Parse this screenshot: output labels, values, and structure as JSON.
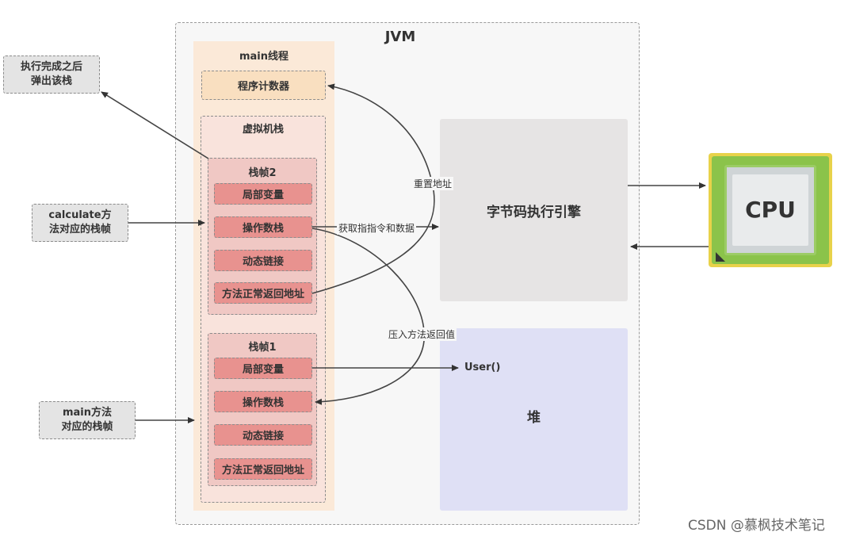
{
  "jvm": {
    "title": "JVM"
  },
  "main_thread": {
    "title": "main线程",
    "program_counter": "程序计数器",
    "vm_stack": {
      "title": "虚拟机栈",
      "frames": [
        {
          "title": "栈帧2",
          "slots": [
            "局部变量",
            "操作数栈",
            "动态链接",
            "方法正常返回地址"
          ]
        },
        {
          "title": "栈帧1",
          "slots": [
            "局部变量",
            "操作数栈",
            "动态链接",
            "方法正常返回地址"
          ]
        }
      ]
    }
  },
  "engine": {
    "label": "字节码执行引擎"
  },
  "heap": {
    "label": "堆",
    "object": "User()"
  },
  "cpu": {
    "label": "CPU"
  },
  "notes": {
    "pop": "执行完成之后\n弹出该栈",
    "calculate": "calculate方\n法对应的栈帧",
    "main": "main方法\n对应的栈帧"
  },
  "edges": {
    "reset_address": "重置地址",
    "fetch": "获取指指令和数据",
    "push_return": "压入方法返回值"
  },
  "watermark": "CSDN @慕枫技术笔记",
  "colors": {
    "main_thread_bg": "#fbe9d8",
    "frame_bg": "#f0c8c4",
    "slot_bg": "#e8928f",
    "engine_bg": "#e6e4e4",
    "heap_bg": "#dfe0f5",
    "cpu_board": "#8bc34a"
  }
}
